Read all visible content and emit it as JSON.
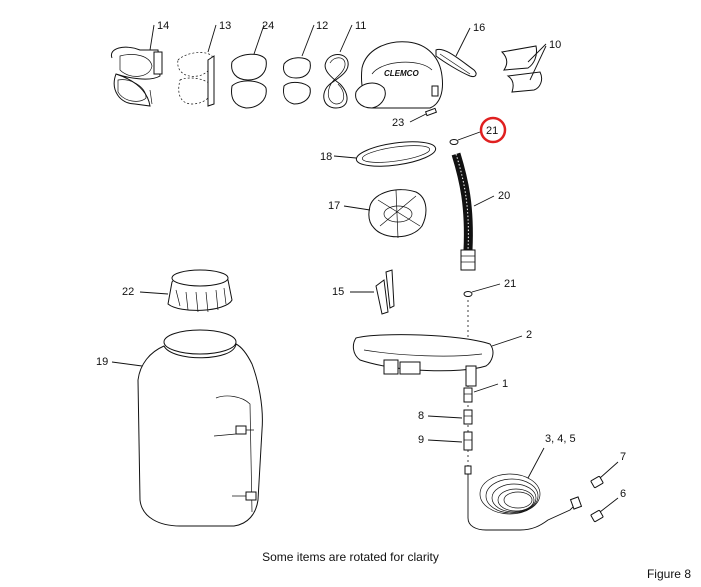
{
  "callouts": {
    "c14": "14",
    "c13": "13",
    "c24": "24",
    "c12": "12",
    "c11": "11",
    "c16": "16",
    "c10": "10",
    "c23": "23",
    "c21a": "21",
    "c18": "18",
    "c20": "20",
    "c17": "17",
    "c22": "22",
    "c15": "15",
    "c21b": "21",
    "c2": "2",
    "c19": "19",
    "c1": "1",
    "c8": "8",
    "c9": "9",
    "c345": "3, 4, 5",
    "c7": "7",
    "c6": "6"
  },
  "helmet_logo": "CLEMCO",
  "highlight_color": "#e02020",
  "caption": "Some items are rotated for clarity",
  "figure_label": "Figure 8"
}
